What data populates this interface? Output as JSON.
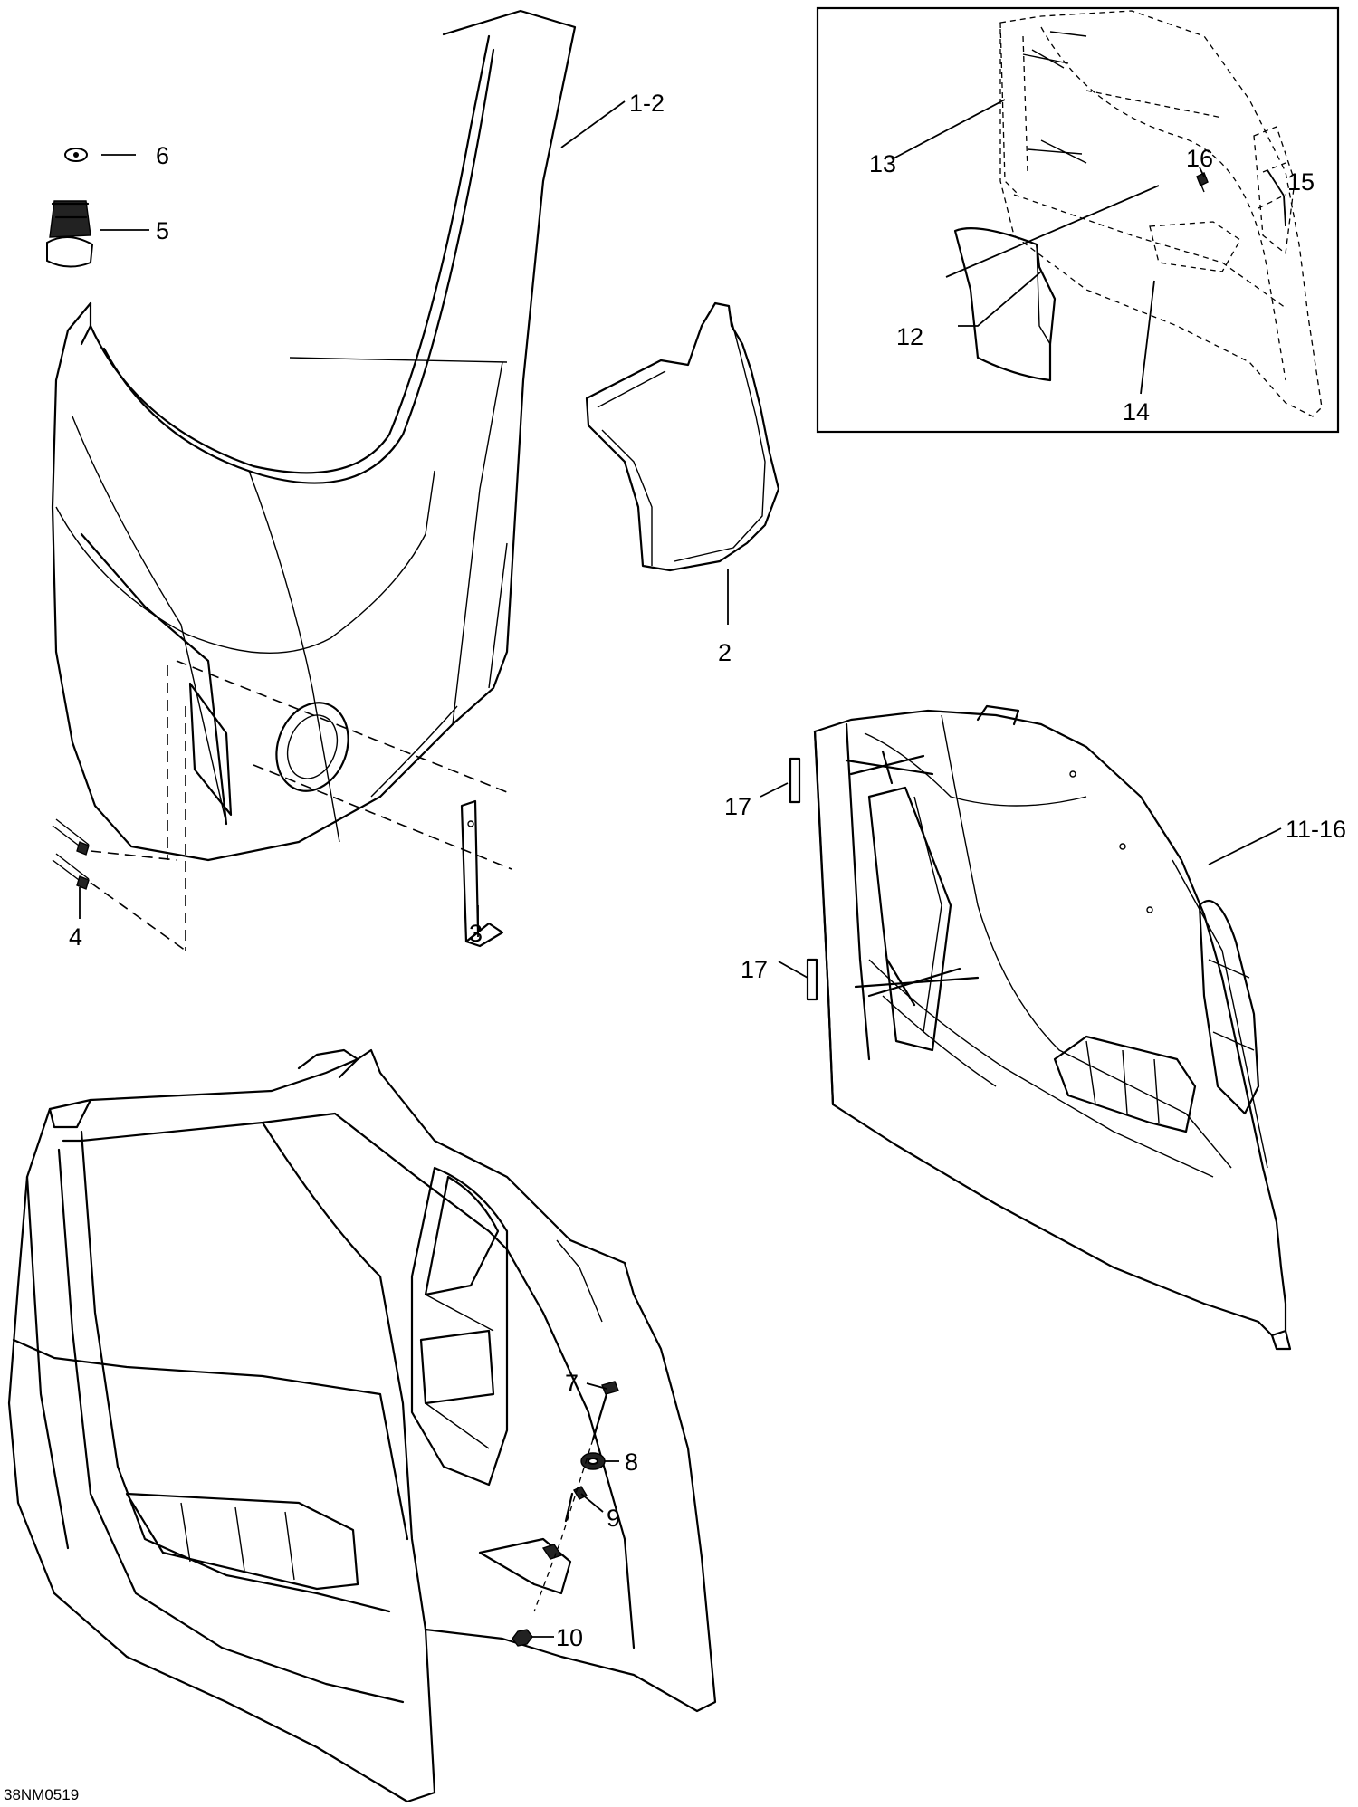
{
  "document_id": "38NM0519",
  "callouts": [
    {
      "id": "c1-2",
      "label": "1-2"
    },
    {
      "id": "c2",
      "label": "2"
    },
    {
      "id": "c3",
      "label": "3"
    },
    {
      "id": "c4",
      "label": "4"
    },
    {
      "id": "c5",
      "label": "5"
    },
    {
      "id": "c6",
      "label": "6"
    },
    {
      "id": "c7",
      "label": "7"
    },
    {
      "id": "c8",
      "label": "8"
    },
    {
      "id": "c9",
      "label": "9"
    },
    {
      "id": "c10",
      "label": "10"
    },
    {
      "id": "c11-16",
      "label": "11-16"
    },
    {
      "id": "c12",
      "label": "12"
    },
    {
      "id": "c13",
      "label": "13"
    },
    {
      "id": "c14",
      "label": "14"
    },
    {
      "id": "c15",
      "label": "15"
    },
    {
      "id": "c16",
      "label": "16"
    },
    {
      "id": "c17a",
      "label": "17"
    },
    {
      "id": "c17b",
      "label": "17"
    }
  ]
}
